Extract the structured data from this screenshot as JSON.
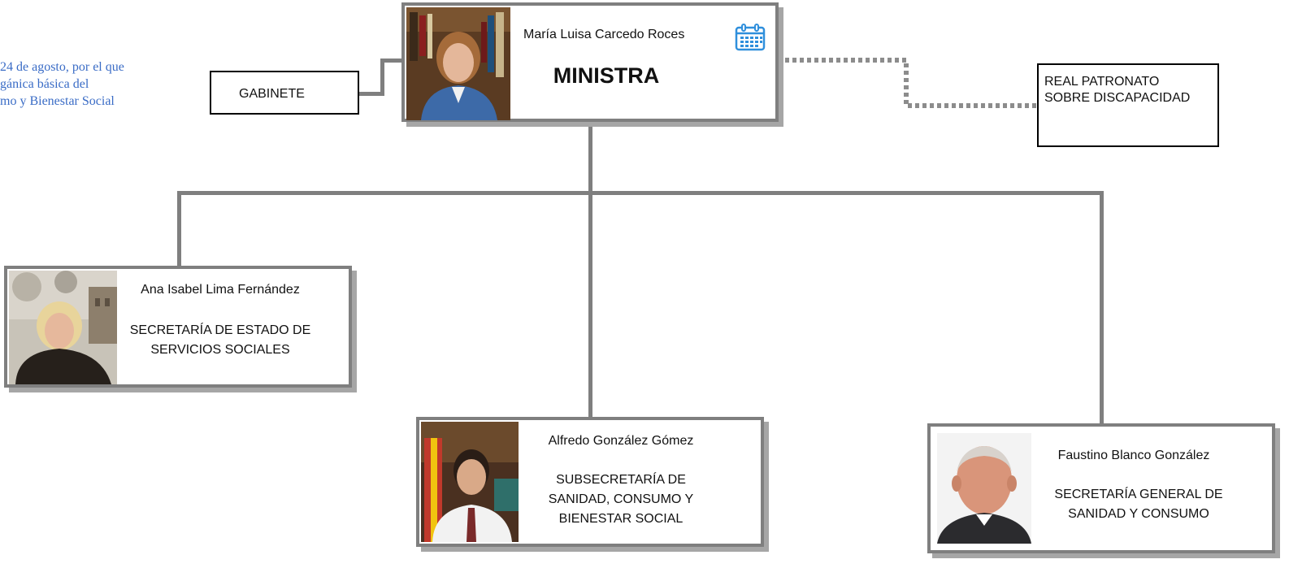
{
  "intro": {
    "lines": [
      "24 de agosto, por el que",
      "gánica básica del",
      "mo y Bienestar Social"
    ]
  },
  "gabinete": {
    "label": "GABINETE"
  },
  "real_patronato": {
    "lines": [
      "REAL PATRONATO",
      "SOBRE DISCAPACIDAD"
    ]
  },
  "ministra": {
    "name": "María Luisa Carcedo Roces",
    "title": "MINISTRA",
    "icon": "calendar-icon"
  },
  "secretaria_estado": {
    "name": "Ana Isabel Lima Fernández",
    "title_lines": [
      "SECRETARÍA DE ESTADO DE",
      "SERVICIOS  SOCIALES"
    ]
  },
  "subsecretaria": {
    "name": "Alfredo González Gómez",
    "title_lines": [
      "SUBSECRETARÍA DE",
      "SANIDAD, CONSUMO Y",
      "BIENESTAR SOCIAL"
    ]
  },
  "secretaria_general": {
    "name": "Faustino Blanco González",
    "title_lines": [
      "SECRETARÍA GENERAL DE",
      "SANIDAD Y CONSUMO"
    ]
  },
  "colors": {
    "connector": "#7f7f7f",
    "accent": "#3a6cc6",
    "icon": "#2f8fdc"
  }
}
